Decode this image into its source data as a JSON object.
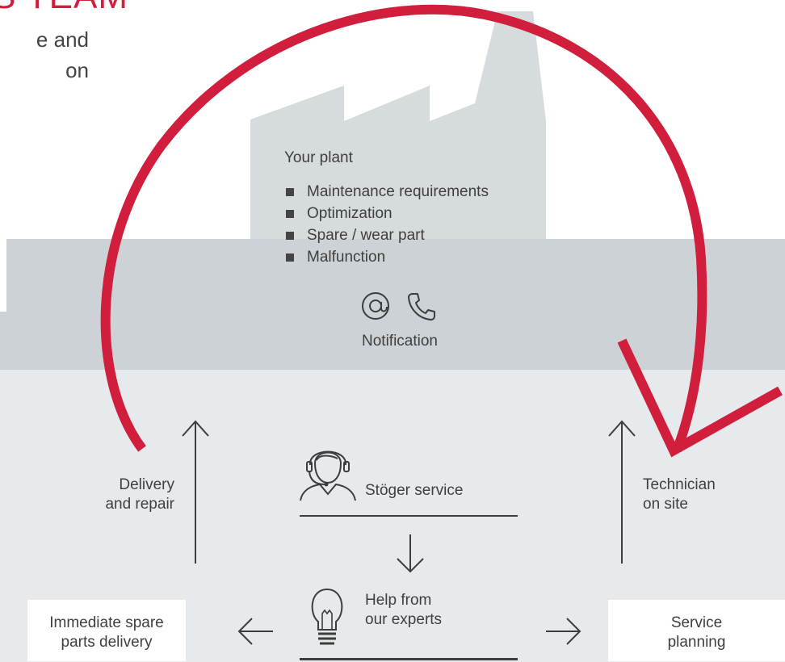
{
  "heading": "S TEAM",
  "intro": {
    "line1": "e and",
    "line2": "on"
  },
  "plant": {
    "title": "Your plant",
    "items": [
      "Maintenance requirements",
      "Optimization",
      "Spare / wear part",
      "Malfunction"
    ]
  },
  "notification": {
    "label": "Notification"
  },
  "steps": {
    "delivery": {
      "line1": "Delivery",
      "line2": "and repair"
    },
    "technician": {
      "line1": "Technician",
      "line2": "on site"
    },
    "service": "Stöger service",
    "help": {
      "line1": "Help from",
      "line2": "our experts"
    },
    "spare": {
      "line1": "Immediate spare",
      "line2": "parts delivery"
    },
    "planning": {
      "line1": "Service",
      "line2": "planning"
    }
  },
  "icons": [
    "at-icon",
    "phone-icon",
    "headset-agent-icon",
    "lightbulb-icon",
    "arrow-up-icon",
    "arrow-down-icon",
    "arrow-left-icon",
    "arrow-right-icon",
    "cycle-arrow-icon"
  ],
  "colors": {
    "accent": "#d01e3c",
    "factory": "#d6dbde",
    "band": "#ccd2d5",
    "lower": "#e6eaec",
    "text": "#3f3f3f"
  }
}
